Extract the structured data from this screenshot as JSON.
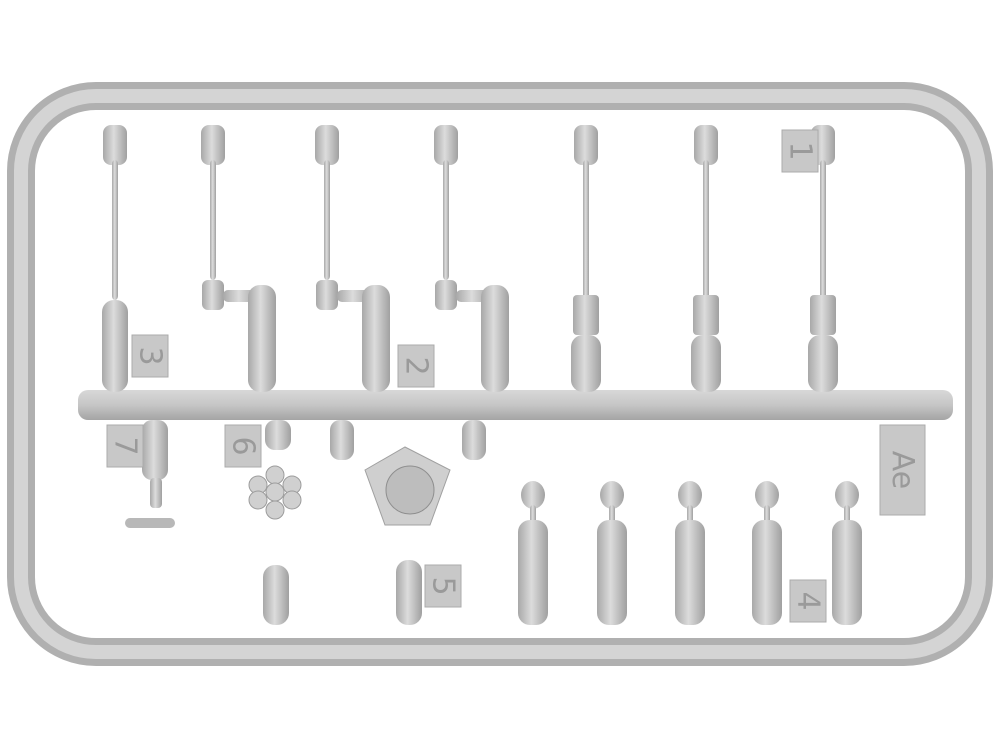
{
  "sprue": {
    "letter_code": "Ae",
    "part_numbers": [
      "1",
      "2",
      "3",
      "4",
      "5",
      "6",
      "7"
    ]
  },
  "colors": {
    "plastic": "#c4c4c4",
    "plastic_dark": "#9c9c9c",
    "plastic_light": "#e2e2e2",
    "background": "#ffffff"
  }
}
